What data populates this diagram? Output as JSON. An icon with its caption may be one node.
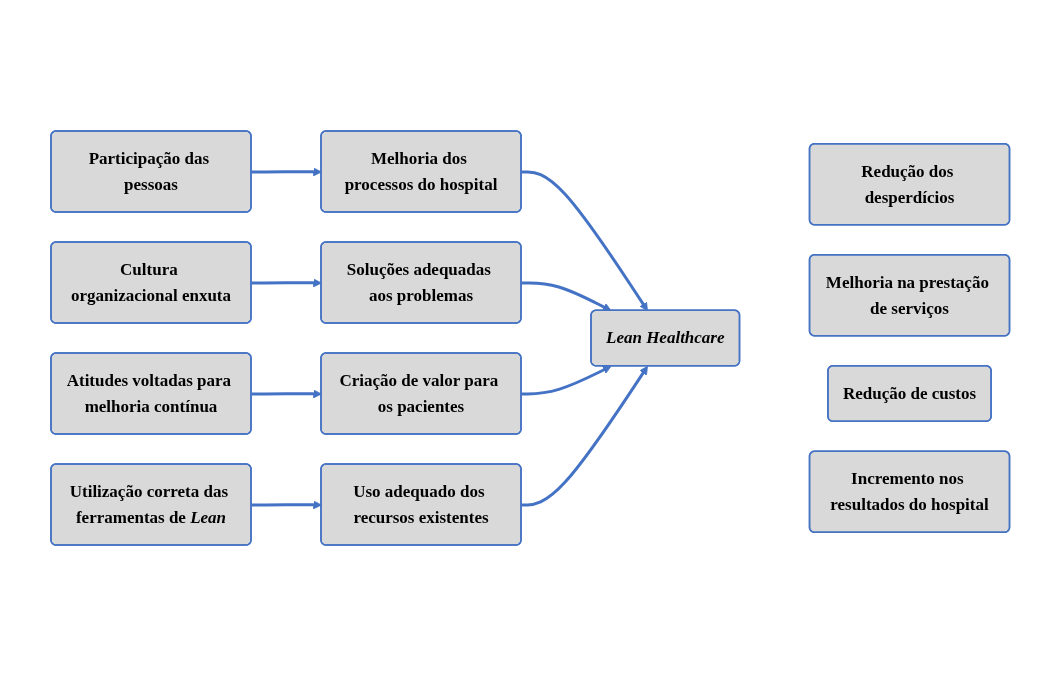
{
  "diagram": {
    "nodes": [
      {
        "text": [
          "Participação das pessoas"
        ]
      },
      {
        "text": [
          "Cultura organizacional enxuta"
        ]
      },
      {
        "text": [
          "Atitudes voltadas para melhoria contínua"
        ]
      },
      {
        "text": [
          "Utilização correta das ferramentas de *Lean*"
        ]
      },
      {
        "text": [
          "Melhoria dos processos do hospital"
        ]
      },
      {
        "text": [
          "Soluções adequadas aos problemas"
        ]
      },
      {
        "text": [
          "Criação de valor para os pacientes"
        ]
      },
      {
        "text": [
          "Uso adequado dos recursos existentes"
        ]
      },
      {
        "text": [
          "Lean Healthcare"
        ]
      },
      {
        "text": [
          "Redução dos desperdícios"
        ]
      },
      {
        "text": [
          "Melhoria na prestação de serviços"
        ]
      },
      {
        "text": [
          "Redução de custos"
        ]
      },
      {
        "text": [
          "Incremento nos resultados do hospital"
        ]
      }
    ],
    "edges": [
      {
        "from": 0,
        "to": 4,
        "arrow": "to"
      },
      {
        "from": 1,
        "to": 5,
        "arrow": "to"
      },
      {
        "from": 2,
        "to": 6,
        "arrow": "to"
      },
      {
        "from": 3,
        "to": 7,
        "arrow": "to"
      },
      {
        "from": 4,
        "to": 8,
        "arrow": "to"
      },
      {
        "from": 5,
        "to": 8,
        "arrow": "to"
      },
      {
        "from": 6,
        "to": 8,
        "arrow": "to"
      },
      {
        "from": 7,
        "to": 8,
        "arrow": "to"
      }
    ]
  }
}
